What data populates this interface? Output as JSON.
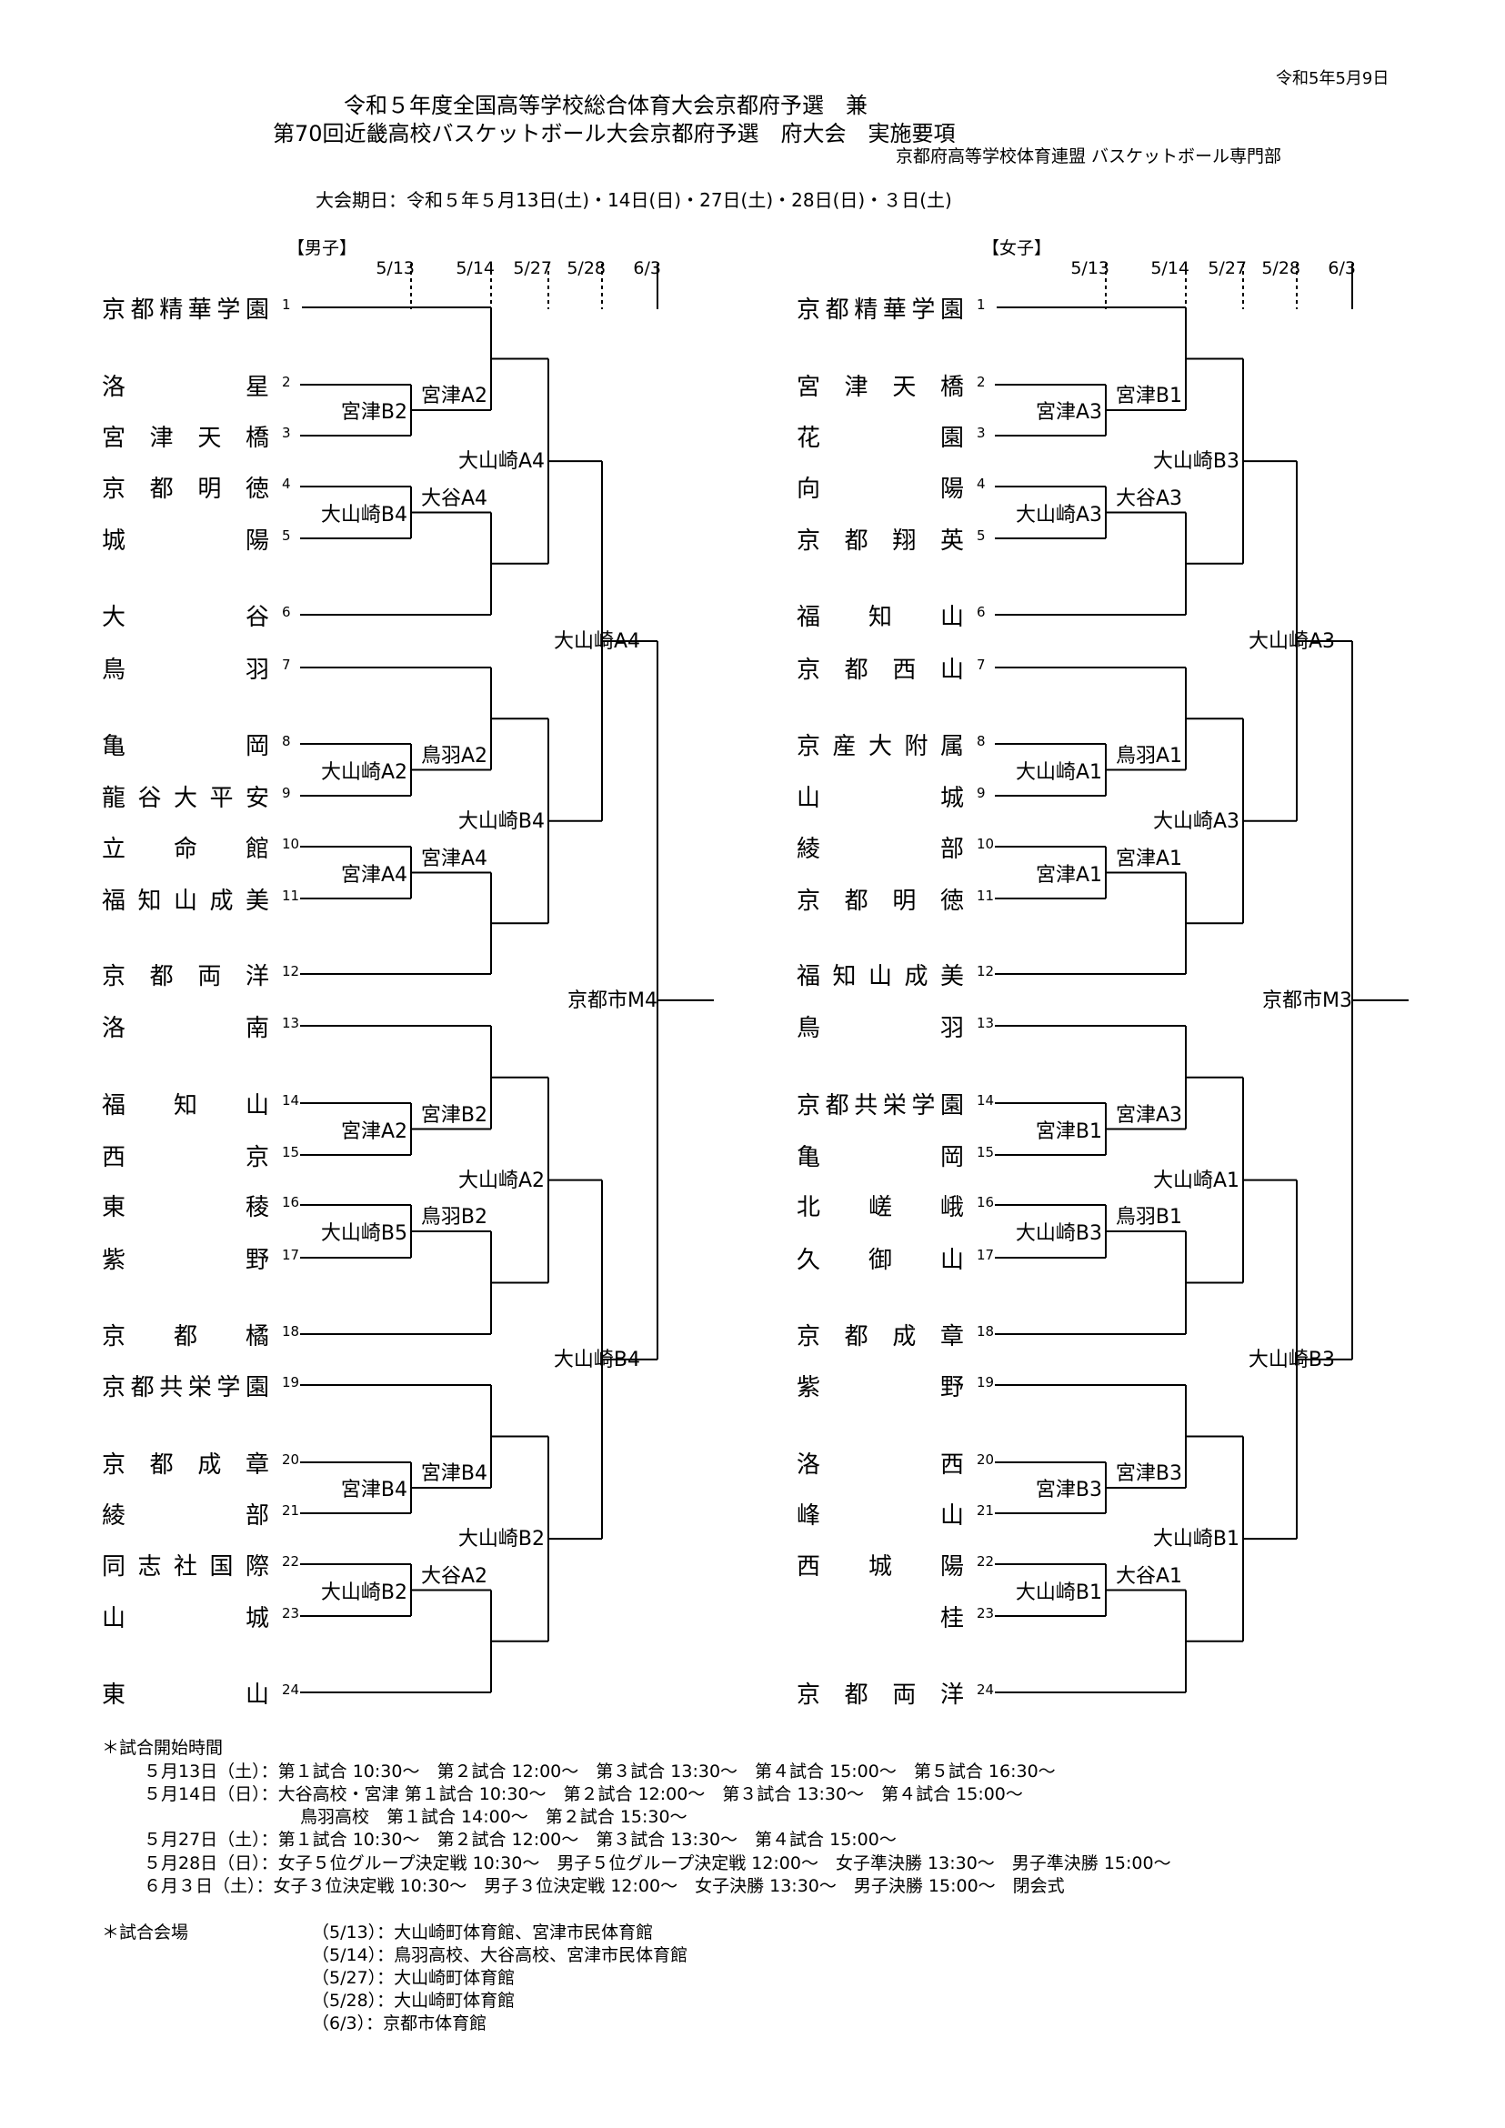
{
  "header": {
    "issue_date": "令和5年5月9日",
    "title_line1": "令和５年度全国高等学校総合体育大会京都府予選　兼",
    "title_line2": "第70回近畿高校バスケットボール大会京都府予選　府大会　実施要項",
    "organizer": "京都府高等学校体育連盟 バスケットボール専門部",
    "period": "大会期日：令和５年５月13日(土)・14日(日)・27日(土)・28日(日)・３日(土)"
  },
  "round_dates": [
    "5/13",
    "5/14",
    "5/27",
    "5/28",
    "6/3"
  ],
  "boys": {
    "label": "【男子】",
    "teams": [
      "京都精華学園",
      "洛星",
      "宮津天橋",
      "京都明徳",
      "城陽",
      "大谷",
      "鳥羽",
      "亀岡",
      "龍谷大平安",
      "立命館",
      "福知山成美",
      "京都両洋",
      "洛南",
      "福知山",
      "西京",
      "東稜",
      "紫野",
      "京都橘",
      "京都共栄学園",
      "京都成章",
      "綾部",
      "同志社国際",
      "山城",
      "東山"
    ],
    "venues": {
      "r1": [
        "宮津B2",
        "大山崎B4",
        "大山崎A2",
        "宮津A4",
        "宮津A2",
        "大山崎B5",
        "宮津B4",
        "大山崎B2"
      ],
      "r2": [
        "宮津A2",
        "大谷A4",
        "鳥羽A2",
        "宮津A4",
        "宮津B2",
        "鳥羽B2",
        "宮津B4",
        "大谷A2"
      ],
      "r3": [
        "大山崎A4",
        "大山崎B4",
        "大山崎A2",
        "大山崎B2"
      ],
      "r4": [
        "大山崎A4",
        "大山崎B4"
      ],
      "final": "京都市M4"
    }
  },
  "girls": {
    "label": "【女子】",
    "teams": [
      "京都精華学園",
      "宮津天橋",
      "花園",
      "向陽",
      "京都翔英",
      "福知山",
      "京都西山",
      "京産大附属",
      "山城",
      "綾部",
      "京都明徳",
      "福知山成美",
      "鳥羽",
      "京都共栄学園",
      "亀岡",
      "北嵯峨",
      "久御山",
      "京都成章",
      "紫野",
      "洛西",
      "峰山",
      "西城陽",
      "桂",
      "京都両洋"
    ],
    "venues": {
      "r1": [
        "宮津A3",
        "大山崎A3",
        "大山崎A1",
        "宮津A1",
        "宮津B1",
        "大山崎B3",
        "宮津B3",
        "大山崎B1"
      ],
      "r2": [
        "宮津B1",
        "大谷A3",
        "鳥羽A1",
        "宮津A1",
        "宮津A3",
        "鳥羽B1",
        "宮津B3",
        "大谷A1"
      ],
      "r3": [
        "大山崎B3",
        "大山崎A3",
        "大山崎A1",
        "大山崎B1"
      ],
      "r4": [
        "大山崎A3",
        "大山崎B3"
      ],
      "final": "京都市M3"
    }
  },
  "notes": {
    "times_title": "＊試合開始時間",
    "times": [
      "５月13日（土）：第１試合 10:30～　第２試合 12:00～　第３試合 13:30～　第４試合 15:00～　第５試合 16:30～",
      "５月14日（日）：大谷高校・宮津 第１試合 10:30～　第２試合 12:00～　第３試合 13:30～　第４試合 15:00～",
      "鳥羽高校　第１試合 14:00～　第２試合 15:30～",
      "５月27日（土）：第１試合 10:30～　第２試合 12:00～　第３試合 13:30～　第４試合 15:00～",
      "５月28日（日）：女子５位グループ決定戦 10:30～　男子５位グループ決定戦 12:00～　女子準決勝 13:30～　男子準決勝 15:00～",
      "６月３日（土）：女子３位決定戦 10:30～　男子３位決定戦 12:00～　女子決勝 13:30～　男子決勝 15:00～　閉会式"
    ],
    "venue_title": "＊試合会場",
    "venues": [
      "（5/13）：大山崎町体育館、宮津市民体育館",
      "（5/14）：鳥羽高校、大谷高校、宮津市民体育館",
      "（5/27）：大山崎町体育館",
      "（5/28）：大山崎町体育館",
      "（6/3）：京都市体育館"
    ]
  }
}
